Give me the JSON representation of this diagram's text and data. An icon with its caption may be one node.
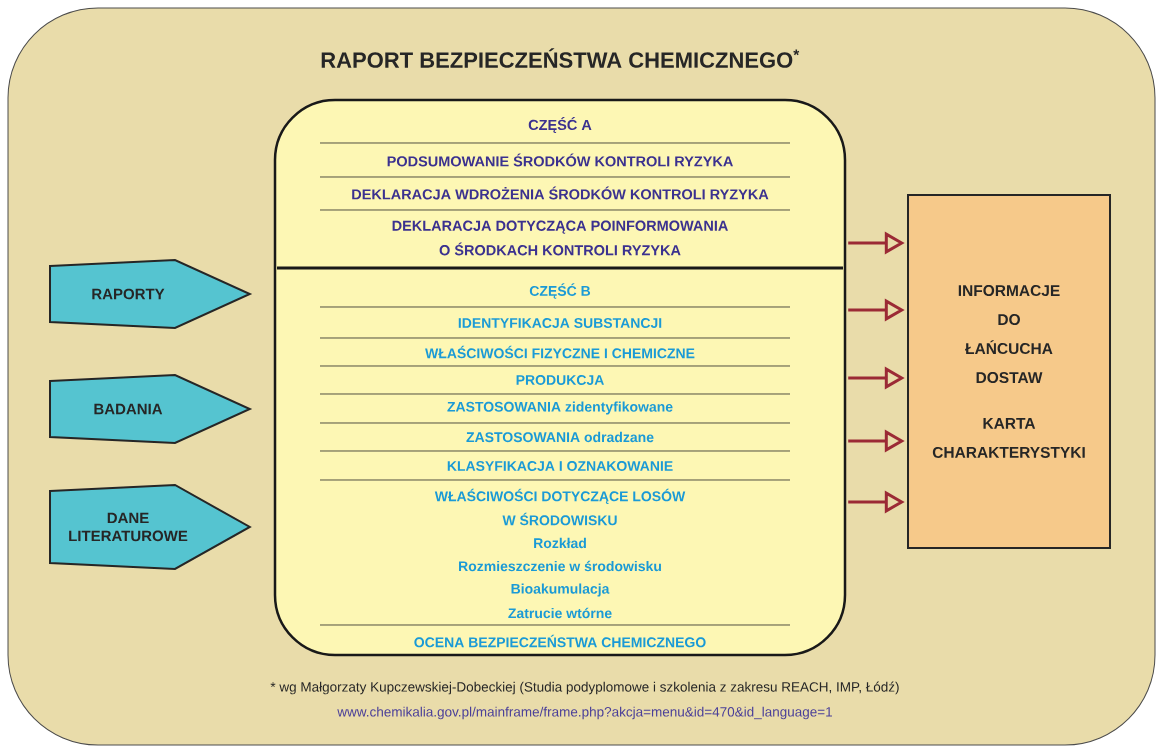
{
  "diagram": {
    "title": "RAPORT BEZPIECZEŃSTWA CHEMICZNEGO$^{*}$",
    "nodes": [
      {
        "text": [
          "CZĘŚĆ A",
          "PODSUMOWANIE ŚRODKÓW KONTROLI RYZYKA",
          "DEKLARACJA WDROŻENIA ŚRODKÓW KONTROLI RYZYKA",
          "DEKLARACJA DOTYCZĄCA POINFORMOWANIA O ŚRODKACH KONTROLI RYZYKA",
          "CZĘŚĆ B",
          "IDENTYFIKACJA SUBSTANCJI",
          "WŁAŚCIWOŚCI FIZYCZNE I CHEMICZNE",
          "PRODUKCJA",
          "ZASTOSOWANIA zidentyfikowane",
          "ZASTOSOWANIA odradzane",
          "KLASYFIKACJA I OZNAKOWANIE",
          "WŁAŚCIWOŚCI DOTYCZĄCE LOSÓW W ŚRODOWISKU",
          "Rozkład",
          "Rozmieszczenie w środowisku",
          "Bioakumulacja",
          "Zatrucie wtórne",
          "OCENA BEZPIECZEŃSTWA CHEMICZNEGO"
        ]
      },
      {
        "text": [
          "INFORMACJE DO ŁAŃCUCHA DOSTAW",
          "KARTA CHARAKTERYSTYKI"
        ]
      }
    ],
    "edges": [
      {
        "from": null,
        "to": 0,
        "arrow": "to",
        "label": "RAPORTY"
      },
      {
        "from": null,
        "to": 0,
        "arrow": "to",
        "label": "BADANIA"
      },
      {
        "from": null,
        "to": 0,
        "arrow": "to",
        "label": "DANE LITERATUROWE"
      },
      {
        "from": 0,
        "to": 1,
        "arrow": "to"
      },
      {
        "from": 0,
        "to": 1,
        "arrow": "to"
      },
      {
        "from": 0,
        "to": 1,
        "arrow": "to"
      },
      {
        "from": 0,
        "to": 1,
        "arrow": "to"
      },
      {
        "from": 0,
        "to": 1,
        "arrow": "to"
      }
    ],
    "labels": [
      "* wg Małgorzaty Kupczewskiej-Dobeckiej (Studia podyplomowe i szkolenia z zakresu REACH, IMP, Łódź)",
      "www.chemikalia.gov.pl/mainframe/frame.php?akcja=menu&id=470&id_language=1"
    ]
  }
}
